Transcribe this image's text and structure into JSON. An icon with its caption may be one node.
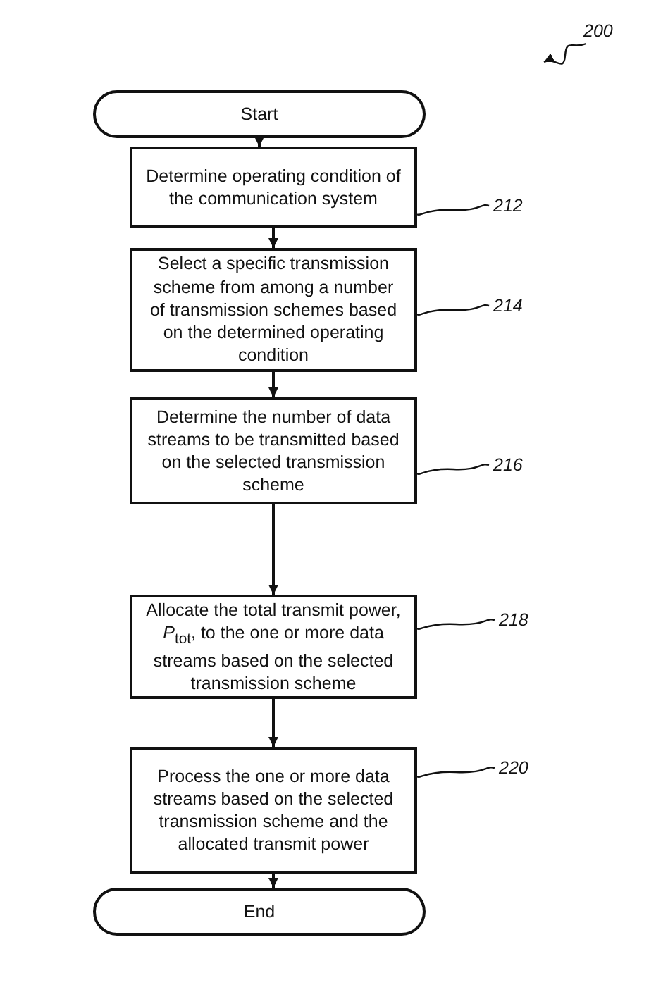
{
  "diagram": {
    "nodes": [
      {
        "text": [
          "Start"
        ]
      },
      {
        "text": [
          "Determine operating condition of the communication system"
        ]
      },
      {
        "text": [
          "Select a specific transmission scheme from among a number of transmission schemes based on the determined operating condition"
        ]
      },
      {
        "text": [
          "Determine the number of data streams to be transmitted based on the selected transmission scheme"
        ]
      },
      {
        "text": [
          "Allocate the total transmit power, *P*$_{tot}$, to the one or more data streams based on the selected transmission scheme"
        ]
      },
      {
        "text": [
          "Process the one or more data streams based on the selected transmission scheme and the allocated transmit power"
        ]
      },
      {
        "text": [
          "End"
        ]
      },
      {
        "text": [
          "212"
        ]
      },
      {
        "text": [
          "214"
        ]
      },
      {
        "text": [
          "216"
        ]
      },
      {
        "text": [
          "218"
        ]
      },
      {
        "text": [
          "220"
        ]
      },
      {
        "text": [
          "200"
        ]
      }
    ],
    "edges": [
      {
        "from": 0,
        "to": 1,
        "arrow": "to"
      },
      {
        "from": 1,
        "to": 2,
        "arrow": "to"
      },
      {
        "from": 2,
        "to": 3,
        "arrow": "to"
      },
      {
        "from": 3,
        "to": 4,
        "arrow": "to"
      },
      {
        "from": 4,
        "to": 5,
        "arrow": "to"
      },
      {
        "from": 5,
        "to": 6,
        "arrow": "to"
      },
      {
        "from": 7,
        "to": 1,
        "arrow": "none"
      },
      {
        "from": 8,
        "to": 2,
        "arrow": "none"
      },
      {
        "from": 9,
        "to": 3,
        "arrow": "none"
      },
      {
        "from": 10,
        "to": 4,
        "arrow": "none"
      },
      {
        "from": 11,
        "to": 5,
        "arrow": "none"
      },
      {
        "from": 12,
        "to": null,
        "arrow": "to"
      }
    ]
  }
}
